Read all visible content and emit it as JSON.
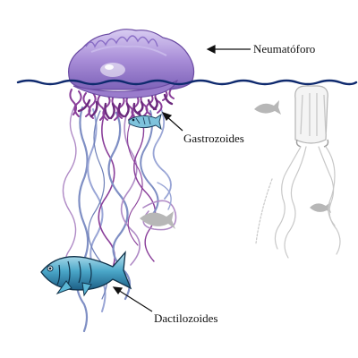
{
  "labels": {
    "neumatoforo": "Neumatóforo",
    "gastrozoides": "Gastrozoides",
    "dactilozoides": "Dactilozoides"
  },
  "colors": {
    "float": "#a98ed8",
    "float_light": "#ddd2f3",
    "water": "#0f2a6e",
    "tentacle_purple": "#8a3f9a",
    "tentacle_blue": "#7f8fc4",
    "gastrozooid": "#6b2a7d",
    "fish_blue": "#4aa6c8",
    "shadow_fish": "#b7b7b7",
    "ghost_jelly": "#c8c8c8"
  }
}
